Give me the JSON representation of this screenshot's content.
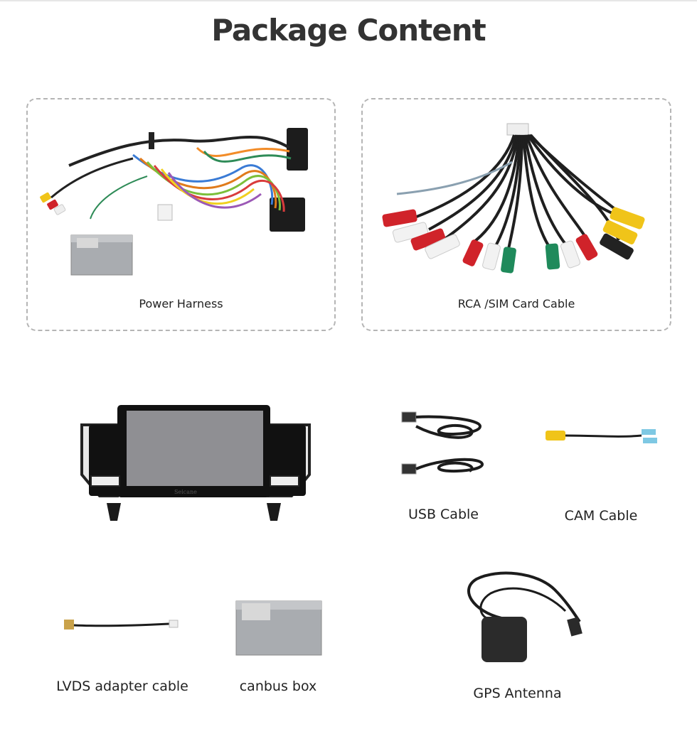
{
  "page": {
    "title": "Package Content"
  },
  "items": {
    "power_harness": {
      "label": "Power Harness"
    },
    "rca_sim_cable": {
      "label": "RCA /SIM Card Cable"
    },
    "usb_cable": {
      "label": "USB Cable"
    },
    "cam_cable": {
      "label": "CAM Cable"
    },
    "lvds_adapter_cable": {
      "label": "LVDS adapter cable"
    },
    "canbus_box": {
      "label": "canbus box"
    },
    "gps_antenna": {
      "label": "GPS Antenna"
    }
  },
  "head_unit": {
    "brand_text": "Seicane"
  },
  "colors": {
    "rca_red": "#d0232a",
    "rca_white": "#f2f2f2",
    "rca_yellow": "#f0c419",
    "rca_green": "#1f8a5b",
    "rca_black": "#222222",
    "box_grey": "#a9acb0",
    "screen_grey": "#8f8f93"
  }
}
